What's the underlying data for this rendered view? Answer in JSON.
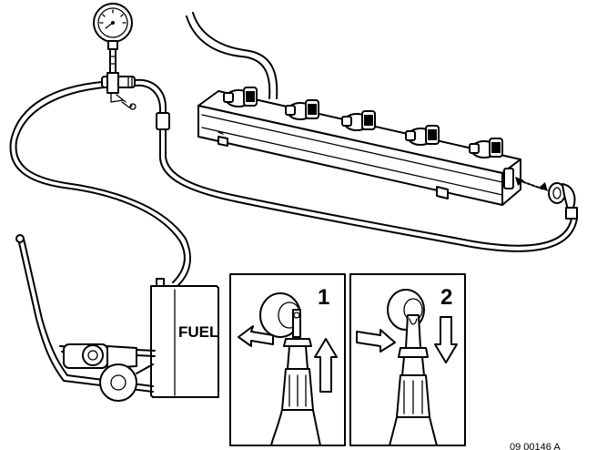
{
  "diagram": {
    "tank_label": "FUEL",
    "steps": [
      {
        "number": "1"
      },
      {
        "number": "2"
      }
    ],
    "reference_code": "09 00146 A"
  }
}
